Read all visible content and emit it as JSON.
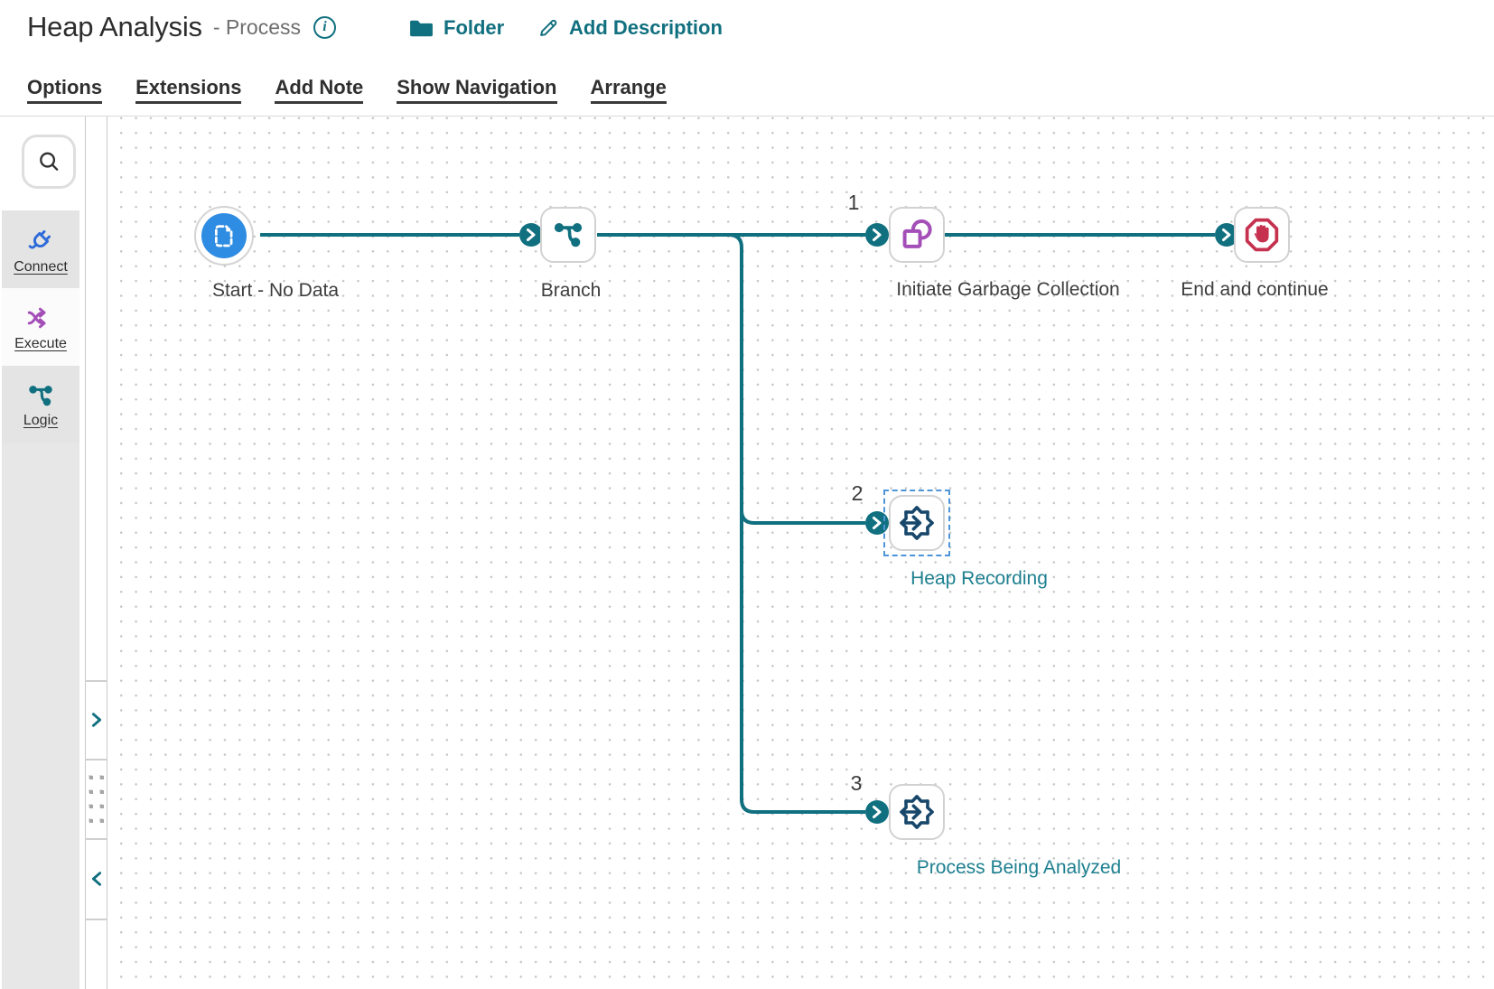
{
  "header": {
    "title": "Heap Analysis",
    "subtitle": "- Process",
    "folder": {
      "label": "Folder"
    },
    "add_description": {
      "label": "Add Description"
    },
    "menu": [
      "Options",
      "Extensions",
      "Add Note",
      "Show Navigation",
      "Arrange"
    ]
  },
  "sidebar": {
    "tools": [
      {
        "label": "Connect",
        "icon": "plug-icon"
      },
      {
        "label": "Execute",
        "icon": "shuffle-icon"
      },
      {
        "label": "Logic",
        "icon": "branch-icon"
      }
    ]
  },
  "canvas": {
    "nodes": [
      {
        "label": "Start - No Data",
        "type": "start",
        "icon": "document-icon"
      },
      {
        "label": "Branch",
        "type": "branch",
        "icon": "branch-icon"
      },
      {
        "label": "Initiate Garbage Collection",
        "type": "map-shape",
        "icon": "shapes-icon",
        "branch": "1"
      },
      {
        "label": "End and continue",
        "type": "stop",
        "icon": "stop-hand-icon"
      },
      {
        "label": "Heap Recording",
        "type": "process-call",
        "icon": "process-gear-icon",
        "branch": "2",
        "selected": true
      },
      {
        "label": "Process Being Analyzed",
        "type": "process-call",
        "icon": "process-gear-icon",
        "branch": "3"
      }
    ]
  },
  "colors": {
    "teal": "#11707F",
    "teal_text": "#1E8090",
    "start_blue": "#2E8CE2",
    "purple": "#A44FB8",
    "red": "#C5314E",
    "navy": "#17476B",
    "connect_blue": "#2E6BD9",
    "selection_blue": "#4E94D8"
  }
}
